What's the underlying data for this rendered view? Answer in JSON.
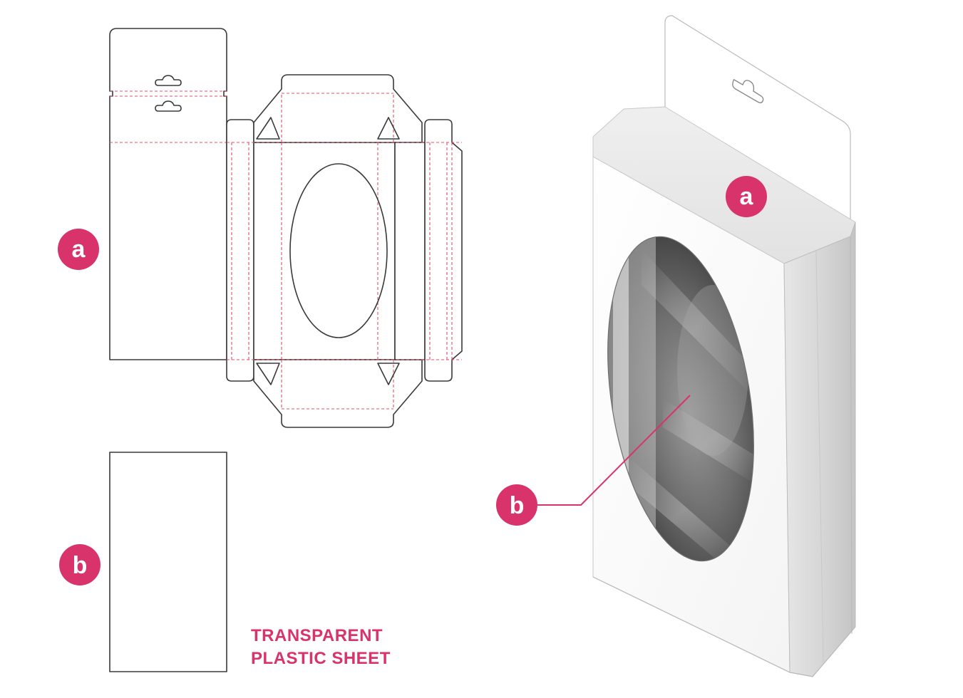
{
  "labels": {
    "part_a": "a",
    "part_b": "b"
  },
  "caption": {
    "line1": "TRANSPARENT",
    "line2": "PLASTIC SHEET"
  },
  "colors": {
    "accent": "#d9336c",
    "cut_line": "#3a3a3a",
    "fold_line": "#e0506a"
  }
}
